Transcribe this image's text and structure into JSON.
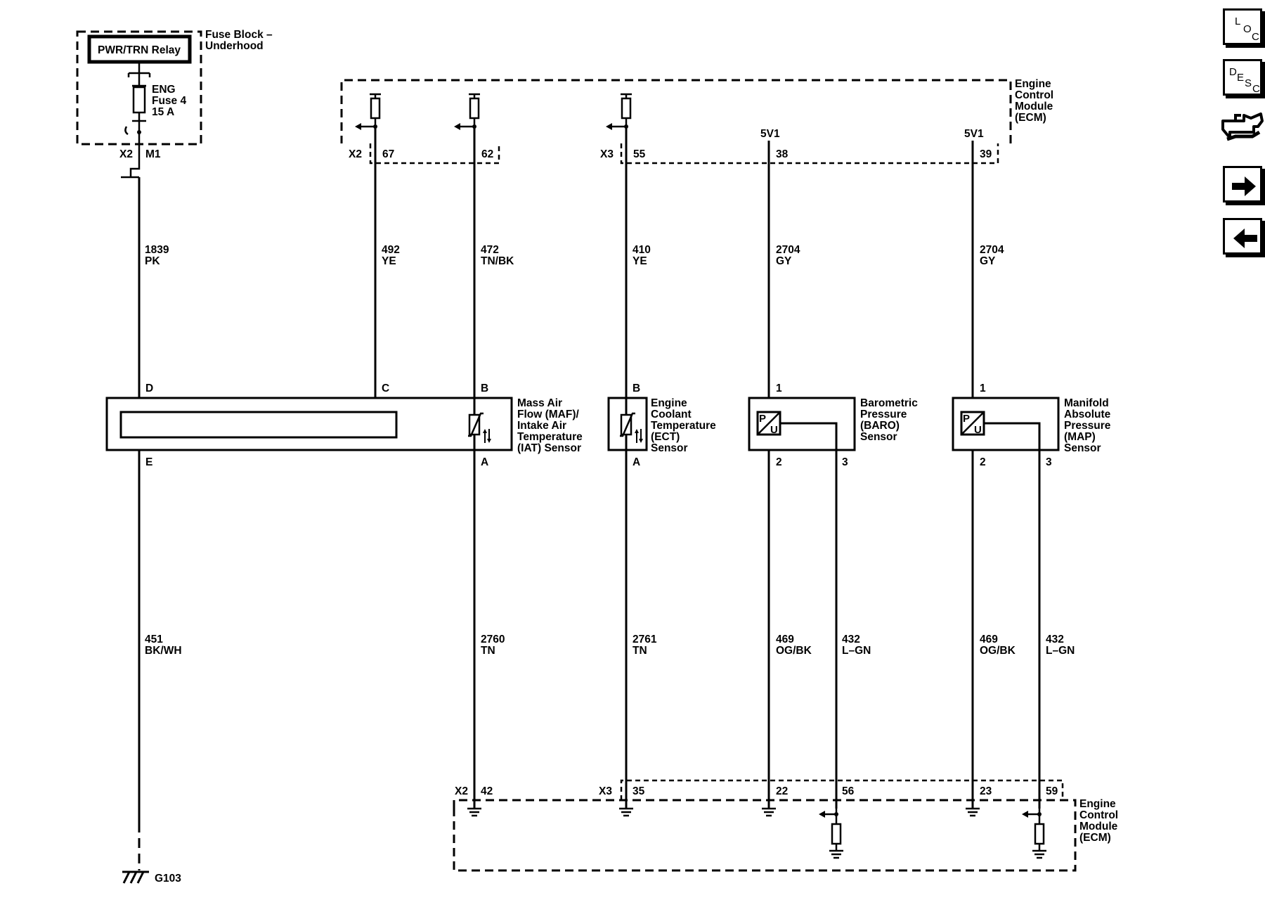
{
  "fuse_block": {
    "title_line1": "Fuse Block –",
    "title_line2": "Underhood",
    "relay_label": "PWR/TRN Relay",
    "fuse_line1": "ENG",
    "fuse_line2": "Fuse 4",
    "fuse_line3": "15 A",
    "connector": "X2",
    "pin": "M1"
  },
  "ecm_top": {
    "label_lines": [
      "Engine",
      "Control",
      "Module",
      "(ECM)"
    ],
    "connector_x2": "X2",
    "connector_x3": "X3",
    "pins": [
      "67",
      "62",
      "55",
      "38",
      "39"
    ],
    "supply_labels": [
      "5V1",
      "5V1"
    ]
  },
  "wires": {
    "fuse_out": {
      "circuit": "1839",
      "color": "PK"
    },
    "maf_c": {
      "circuit": "492",
      "color": "YE"
    },
    "iat_b": {
      "circuit": "472",
      "color": "TN/BK"
    },
    "ect_b": {
      "circuit": "410",
      "color": "YE"
    },
    "baro_1": {
      "circuit": "2704",
      "color": "GY"
    },
    "map_1": {
      "circuit": "2704",
      "color": "GY"
    },
    "maf_gnd": {
      "circuit": "451",
      "color": "BK/WH"
    },
    "iat_a": {
      "circuit": "2760",
      "color": "TN"
    },
    "ect_a": {
      "circuit": "2761",
      "color": "TN"
    },
    "baro_2": {
      "circuit": "469",
      "color": "OG/BK"
    },
    "baro_3": {
      "circuit": "432",
      "color": "L–GN"
    },
    "map_2": {
      "circuit": "469",
      "color": "OG/BK"
    },
    "map_3": {
      "circuit": "432",
      "color": "L–GN"
    }
  },
  "sensors": {
    "maf": {
      "label_lines": [
        "Mass Air",
        "Flow (MAF)/",
        "Intake Air",
        "Temperature",
        "(IAT) Sensor"
      ],
      "pins_top": [
        "D",
        "C",
        "B"
      ],
      "pins_bottom": [
        "E",
        "A"
      ]
    },
    "ect": {
      "label_lines": [
        "Engine",
        "Coolant",
        "Temperature",
        "(ECT)",
        "Sensor"
      ],
      "pin_top": "B",
      "pin_bottom": "A"
    },
    "baro": {
      "label_lines": [
        "Barometric",
        "Pressure",
        "(BARO)",
        "Sensor"
      ],
      "pin_top": "1",
      "pins_bottom": [
        "2",
        "3"
      ],
      "symbol_top": "P",
      "symbol_bottom": "U"
    },
    "map": {
      "label_lines": [
        "Manifold",
        "Absolute",
        "Pressure",
        "(MAP)",
        "Sensor"
      ],
      "pin_top": "1",
      "pins_bottom": [
        "2",
        "3"
      ],
      "symbol_top": "P",
      "symbol_bottom": "U"
    }
  },
  "ecm_bottom": {
    "label_lines": [
      "Engine",
      "Control",
      "Module",
      "(ECM)"
    ],
    "connector_x2": "X2",
    "connector_x3": "X3",
    "pins": [
      "42",
      "35",
      "22",
      "56",
      "23",
      "59"
    ]
  },
  "ground": {
    "label": "G103"
  },
  "nav": {
    "loc": {
      "letters": [
        "L",
        "O",
        "C"
      ],
      "icon": "location-icon"
    },
    "desc": {
      "letters": [
        "D",
        "E",
        "S",
        "C"
      ],
      "icon": "description-icon"
    },
    "connector": {
      "icon": "connector-icon"
    },
    "next": {
      "icon": "arrow-right-icon"
    },
    "prev": {
      "icon": "arrow-left-icon"
    }
  }
}
